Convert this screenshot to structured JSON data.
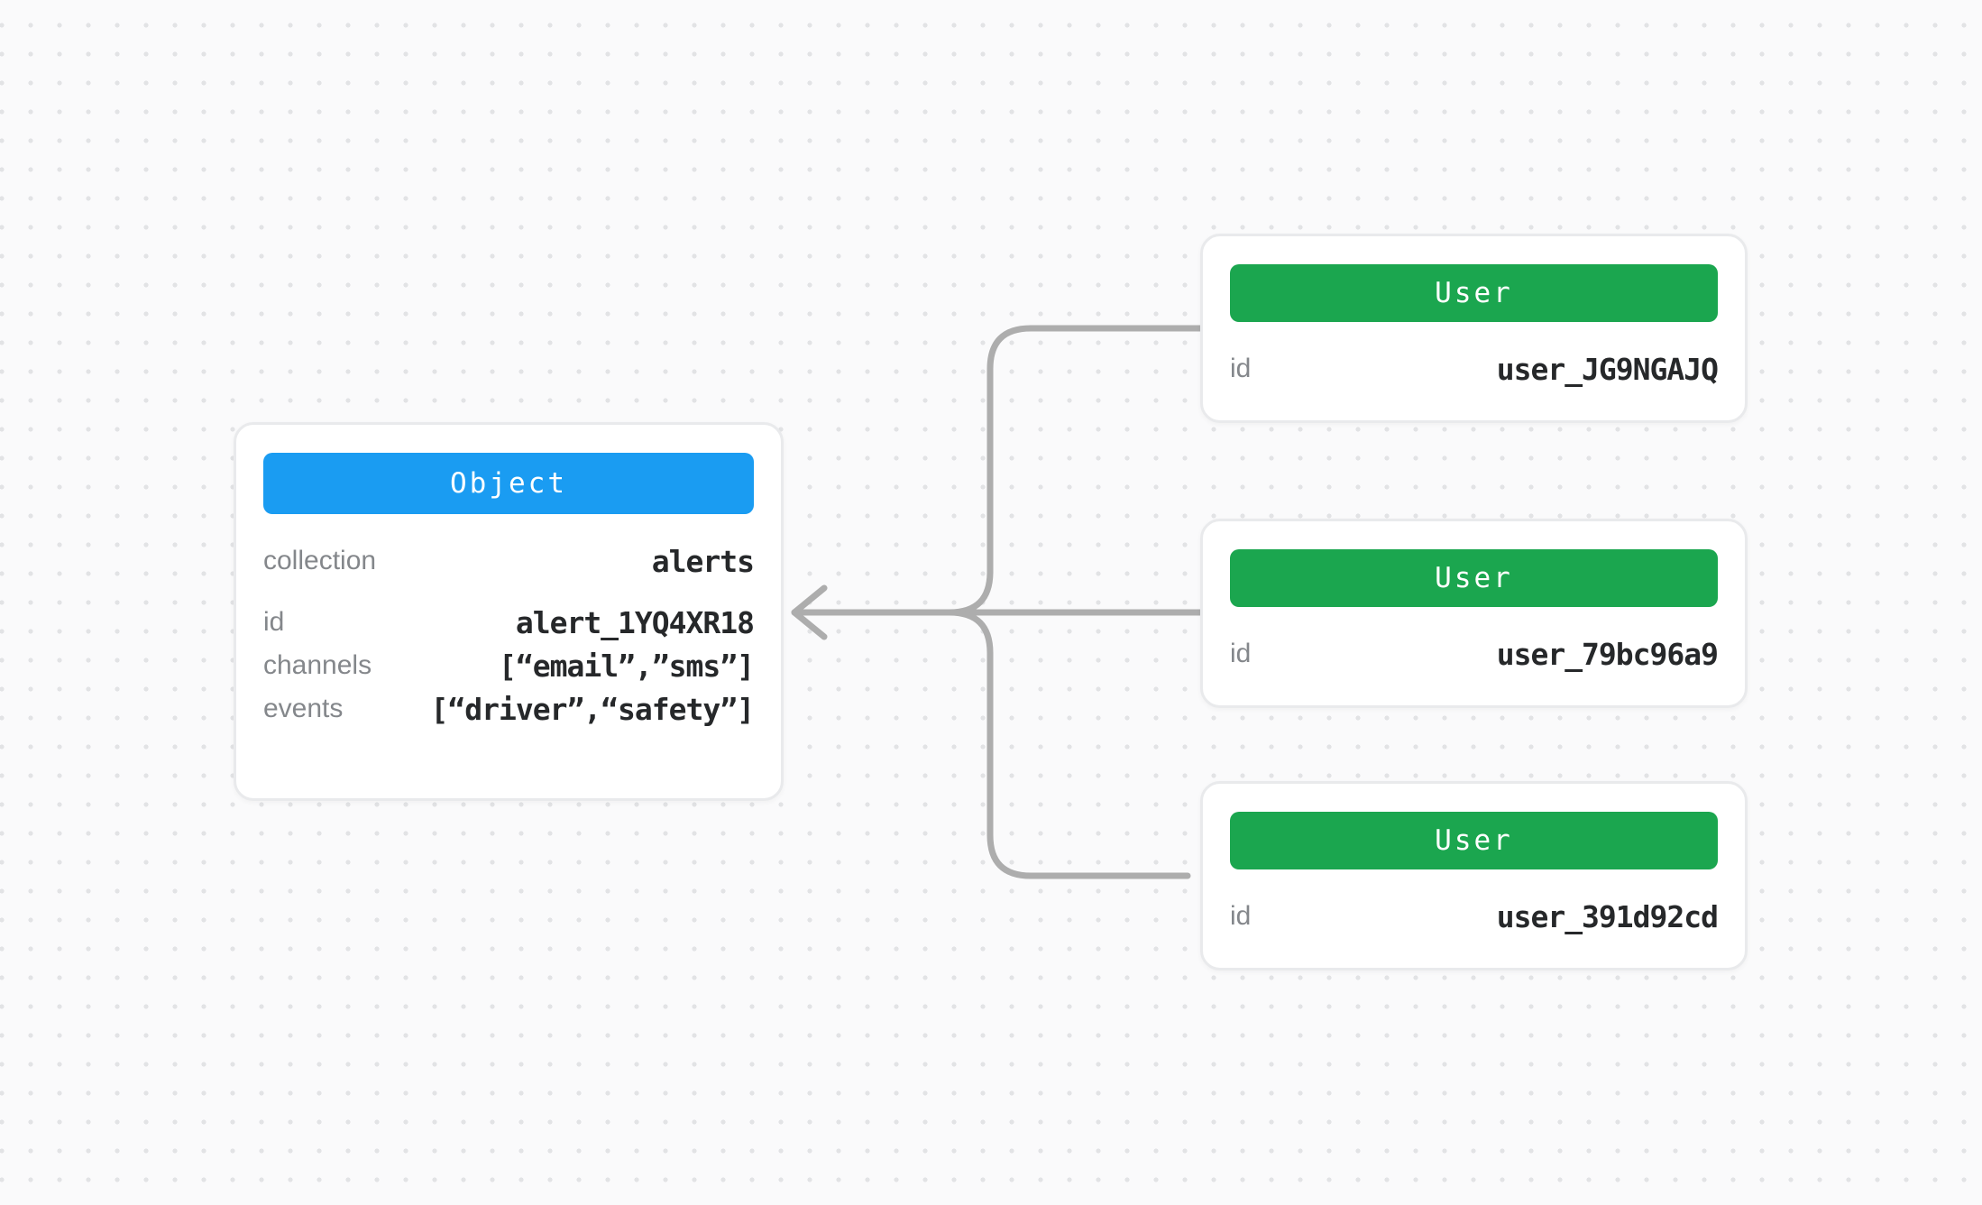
{
  "canvas": {
    "background_color": "#FAFAFB",
    "dot_color": "#E2E3E5"
  },
  "colors": {
    "object_header": "#1A9CF2",
    "user_header": "#1BA64F",
    "connector": "#ADADAD",
    "label_gray": "#84878B",
    "value_dark": "#26282A",
    "card_border": "#E9EAEC"
  },
  "object_card": {
    "title": "Object",
    "rows": [
      {
        "label": "collection",
        "value": "alerts"
      },
      {
        "label": "id",
        "value": "alert_1YQ4XR18"
      },
      {
        "label": "channels",
        "value": "[“email”,”sms”]"
      },
      {
        "label": "events",
        "value": "[“driver”,“safety”]"
      }
    ]
  },
  "user_cards": [
    {
      "title": "User",
      "rows": [
        {
          "label": "id",
          "value": "user_JG9NGAJQ"
        }
      ]
    },
    {
      "title": "User",
      "rows": [
        {
          "label": "id",
          "value": "user_79bc96a9"
        }
      ]
    },
    {
      "title": "User",
      "rows": [
        {
          "label": "id",
          "value": "user_391d92cd"
        }
      ]
    }
  ]
}
